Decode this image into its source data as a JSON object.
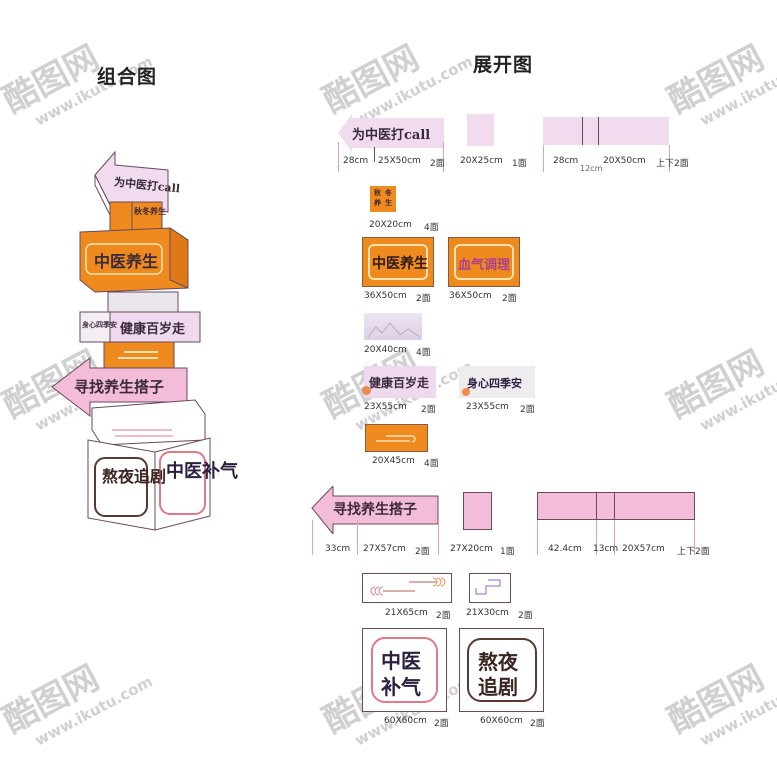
{
  "titles": {
    "combined": "组合图",
    "unfolded": "展开图"
  },
  "watermark": {
    "brand": "酷图网",
    "url": "www.ikutu.com"
  },
  "colors": {
    "orange": "#ee8a1e",
    "light_purple": "#f1dcef",
    "pink": "#f3bcd8",
    "gray_box": "#ebe6ee",
    "outline": "#6a4a5a",
    "frame_red": "#e07a86",
    "frame_brown": "#5a3a30"
  },
  "combined_view": {
    "signs": [
      {
        "text": "为中医打call",
        "type": "arrow"
      },
      {
        "text": "秋冬养生",
        "type": "small-box"
      },
      {
        "text": "中医养生",
        "type": "orange-box"
      },
      {
        "text": "血气调理",
        "type": "orange-box-side"
      },
      {
        "text": "身心四季安",
        "type": "box-side"
      },
      {
        "text": "健康百岁走",
        "type": "box-front"
      },
      {
        "text": "寻找养生搭子",
        "type": "arrow"
      },
      {
        "text": "熬夜追剧",
        "type": "base-side"
      },
      {
        "text": "中医补气",
        "type": "base-front"
      }
    ]
  },
  "unfolded_view": {
    "row1": {
      "arrow_text": "为中医打call",
      "labels": [
        "28cm",
        "25X50cm",
        "2面",
        "20X25cm",
        "1面",
        "28cm",
        "12cm",
        "20X50cm",
        "上下2面"
      ]
    },
    "row2": {
      "small_text": [
        "秋",
        "冬",
        "养",
        "生"
      ],
      "label": "20X20cm",
      "count": "4面"
    },
    "row3": {
      "panels": [
        {
          "text": "中医养生",
          "size": "36X50cm",
          "count": "2面"
        },
        {
          "text": "血气调理",
          "size": "36X50cm",
          "count": "2面"
        }
      ]
    },
    "row4": {
      "size": "20X40cm",
      "count": "4面"
    },
    "row5": {
      "panels": [
        {
          "text": "健康百岁走",
          "size": "23X55cm",
          "count": "2面"
        },
        {
          "text": "身心四季安",
          "size": "23X55cm",
          "count": "2面"
        }
      ]
    },
    "row6": {
      "size": "20X45cm",
      "count": "4面"
    },
    "row7": {
      "arrow_text": "寻找养生搭子",
      "labels": [
        "33cm",
        "27X57cm",
        "2面",
        "27X20cm",
        "1面",
        "42.4cm",
        "13cm",
        "20X57cm",
        "上下2面"
      ]
    },
    "row8": {
      "panels": [
        {
          "size": "21X65cm",
          "count": "2面"
        },
        {
          "size": "21X30cm",
          "count": "2面"
        }
      ]
    },
    "row9": {
      "panels": [
        {
          "text_top": "中医",
          "text_bottom": "补气",
          "size": "60X60cm",
          "count": "2面"
        },
        {
          "text_top": "熬夜",
          "text_bottom": "追剧",
          "size": "60X60cm",
          "count": "2面"
        }
      ]
    }
  }
}
